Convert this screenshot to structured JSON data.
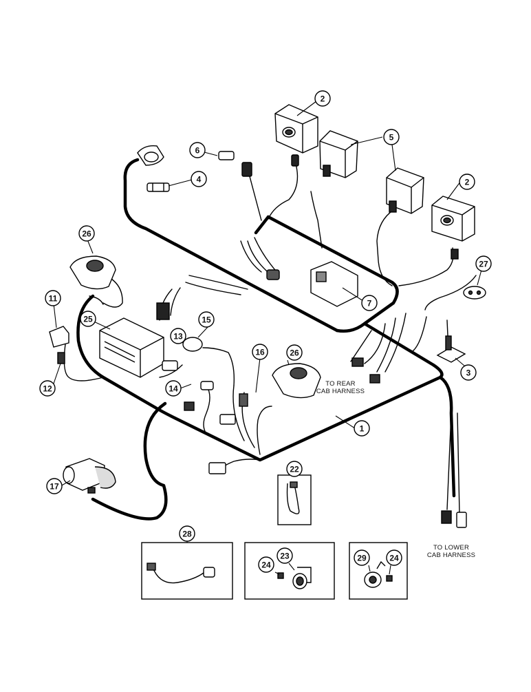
{
  "callouts": {
    "c1": "1",
    "c2a": "2",
    "c2b": "2",
    "c3": "3",
    "c4": "4",
    "c5": "5",
    "c6": "6",
    "c7": "7",
    "c11": "11",
    "c12": "12",
    "c13": "13",
    "c14": "14",
    "c15": "15",
    "c16": "16",
    "c17": "17",
    "c22": "22",
    "c23": "23",
    "c24a": "24",
    "c24b": "24",
    "c25": "25",
    "c26a": "26",
    "c26b": "26",
    "c27": "27",
    "c28": "28",
    "c29": "29"
  },
  "labels": {
    "rear_line1": "TO REAR",
    "rear_line2": "CAB HARNESS",
    "lower_line1": "TO LOWER",
    "lower_line2": "CAB HARNESS"
  }
}
